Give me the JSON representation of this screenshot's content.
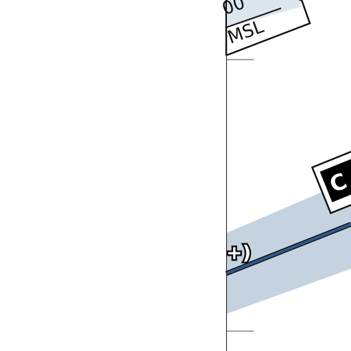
{
  "chart": {
    "background_color": "#ffffff",
    "corridor_color": "#c5d3e0",
    "route_line_color": "#2f5a8c",
    "outline_color": "#111111",
    "badge_fill": "#000000",
    "badge_text_color": "#ffffff"
  },
  "altitude_box": {
    "partial_value": "00",
    "unit": "MSL"
  },
  "route": {
    "partial_label": "+)"
  },
  "fix_badge": {
    "partial_label": "C"
  }
}
